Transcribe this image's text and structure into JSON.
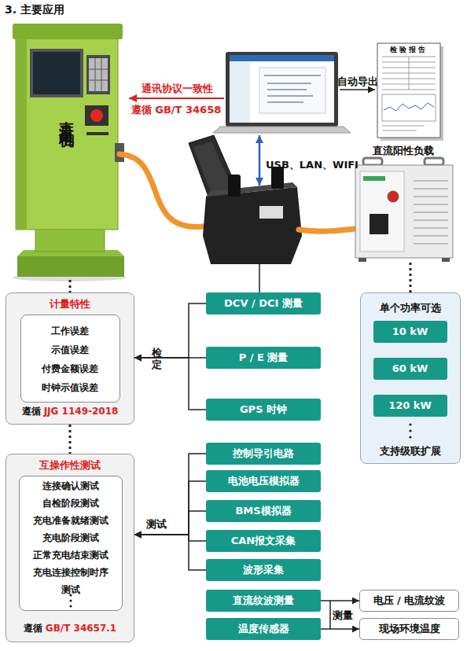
{
  "diagram": {
    "title": "3. 主要应用",
    "nodes": [
      {
        "text": [
          "直流充电机"
        ]
      },
      {
        "text": [
          "检验报告"
        ]
      },
      {
        "text": [
          "直流阳性负载"
        ]
      },
      {
        "text": [
          "计量特性",
          "遵循",
          "JJG 1149-2018"
        ]
      },
      {
        "text": [
          "工作误差",
          "示值误差",
          "付费金额误差",
          "时钟示值误差"
        ],
        "in": 3
      },
      {
        "text": [
          "互操作性测试",
          "遵循",
          "GB/T 34657.1"
        ]
      },
      {
        "text": [
          "连接确认测试",
          "自检阶段测试",
          "充电准备就绪测试",
          "充电阶段测试",
          "正常充电结束测试",
          "充电连接控制时序测试"
        ],
        "in": 5
      },
      {
        "text": [
          "DCV / DCI 测量"
        ]
      },
      {
        "text": [
          "P / E 测量"
        ]
      },
      {
        "text": [
          "GPS 时钟"
        ]
      },
      {
        "text": [
          "控制导引电路"
        ]
      },
      {
        "text": [
          "电池电压模拟器"
        ]
      },
      {
        "text": [
          "BMS模拟器"
        ]
      },
      {
        "text": [
          "CAN报文采集"
        ]
      },
      {
        "text": [
          "波形采集"
        ]
      },
      {
        "text": [
          "直流纹波测量"
        ]
      },
      {
        "text": [
          "温度传感器"
        ]
      },
      {
        "text": [
          "电压 / 电流纹波"
        ]
      },
      {
        "text": [
          "现场环境温度"
        ]
      },
      {
        "text": [
          "单个功率可选",
          "支持级联扩展"
        ]
      },
      {
        "text": [
          "10 kW"
        ],
        "in": 19
      },
      {
        "text": [
          "60 kW"
        ],
        "in": 19
      },
      {
        "text": [
          "120 kW"
        ],
        "in": 19
      }
    ],
    "edges": [
      {
        "from": 0,
        "to": 3,
        "arrow": "none"
      },
      {
        "from": 2,
        "to": 19,
        "arrow": "none"
      },
      {
        "from": 3,
        "to": 5,
        "arrow": "none"
      },
      {
        "from": 7,
        "to": 3,
        "arrow": "to"
      },
      {
        "from": 8,
        "to": 3,
        "label": "检定",
        "arrow": "to"
      },
      {
        "from": 9,
        "to": 3,
        "arrow": "to"
      },
      {
        "from": 10,
        "to": 5,
        "arrow": "to"
      },
      {
        "from": 11,
        "to": 5,
        "arrow": "to"
      },
      {
        "from": 12,
        "to": 5,
        "label": "测试",
        "arrow": "to"
      },
      {
        "from": 13,
        "to": 5,
        "arrow": "to"
      },
      {
        "from": 14,
        "to": 5,
        "arrow": "to"
      },
      {
        "from": 15,
        "to": 17,
        "label": "测量",
        "arrow": "to"
      },
      {
        "from": 16,
        "to": 18,
        "arrow": "to"
      }
    ],
    "labels": [
      "通讯协议一致性",
      "遵循 GB/T 34658",
      "自动导出",
      "USB、LAN、WIFI"
    ]
  }
}
